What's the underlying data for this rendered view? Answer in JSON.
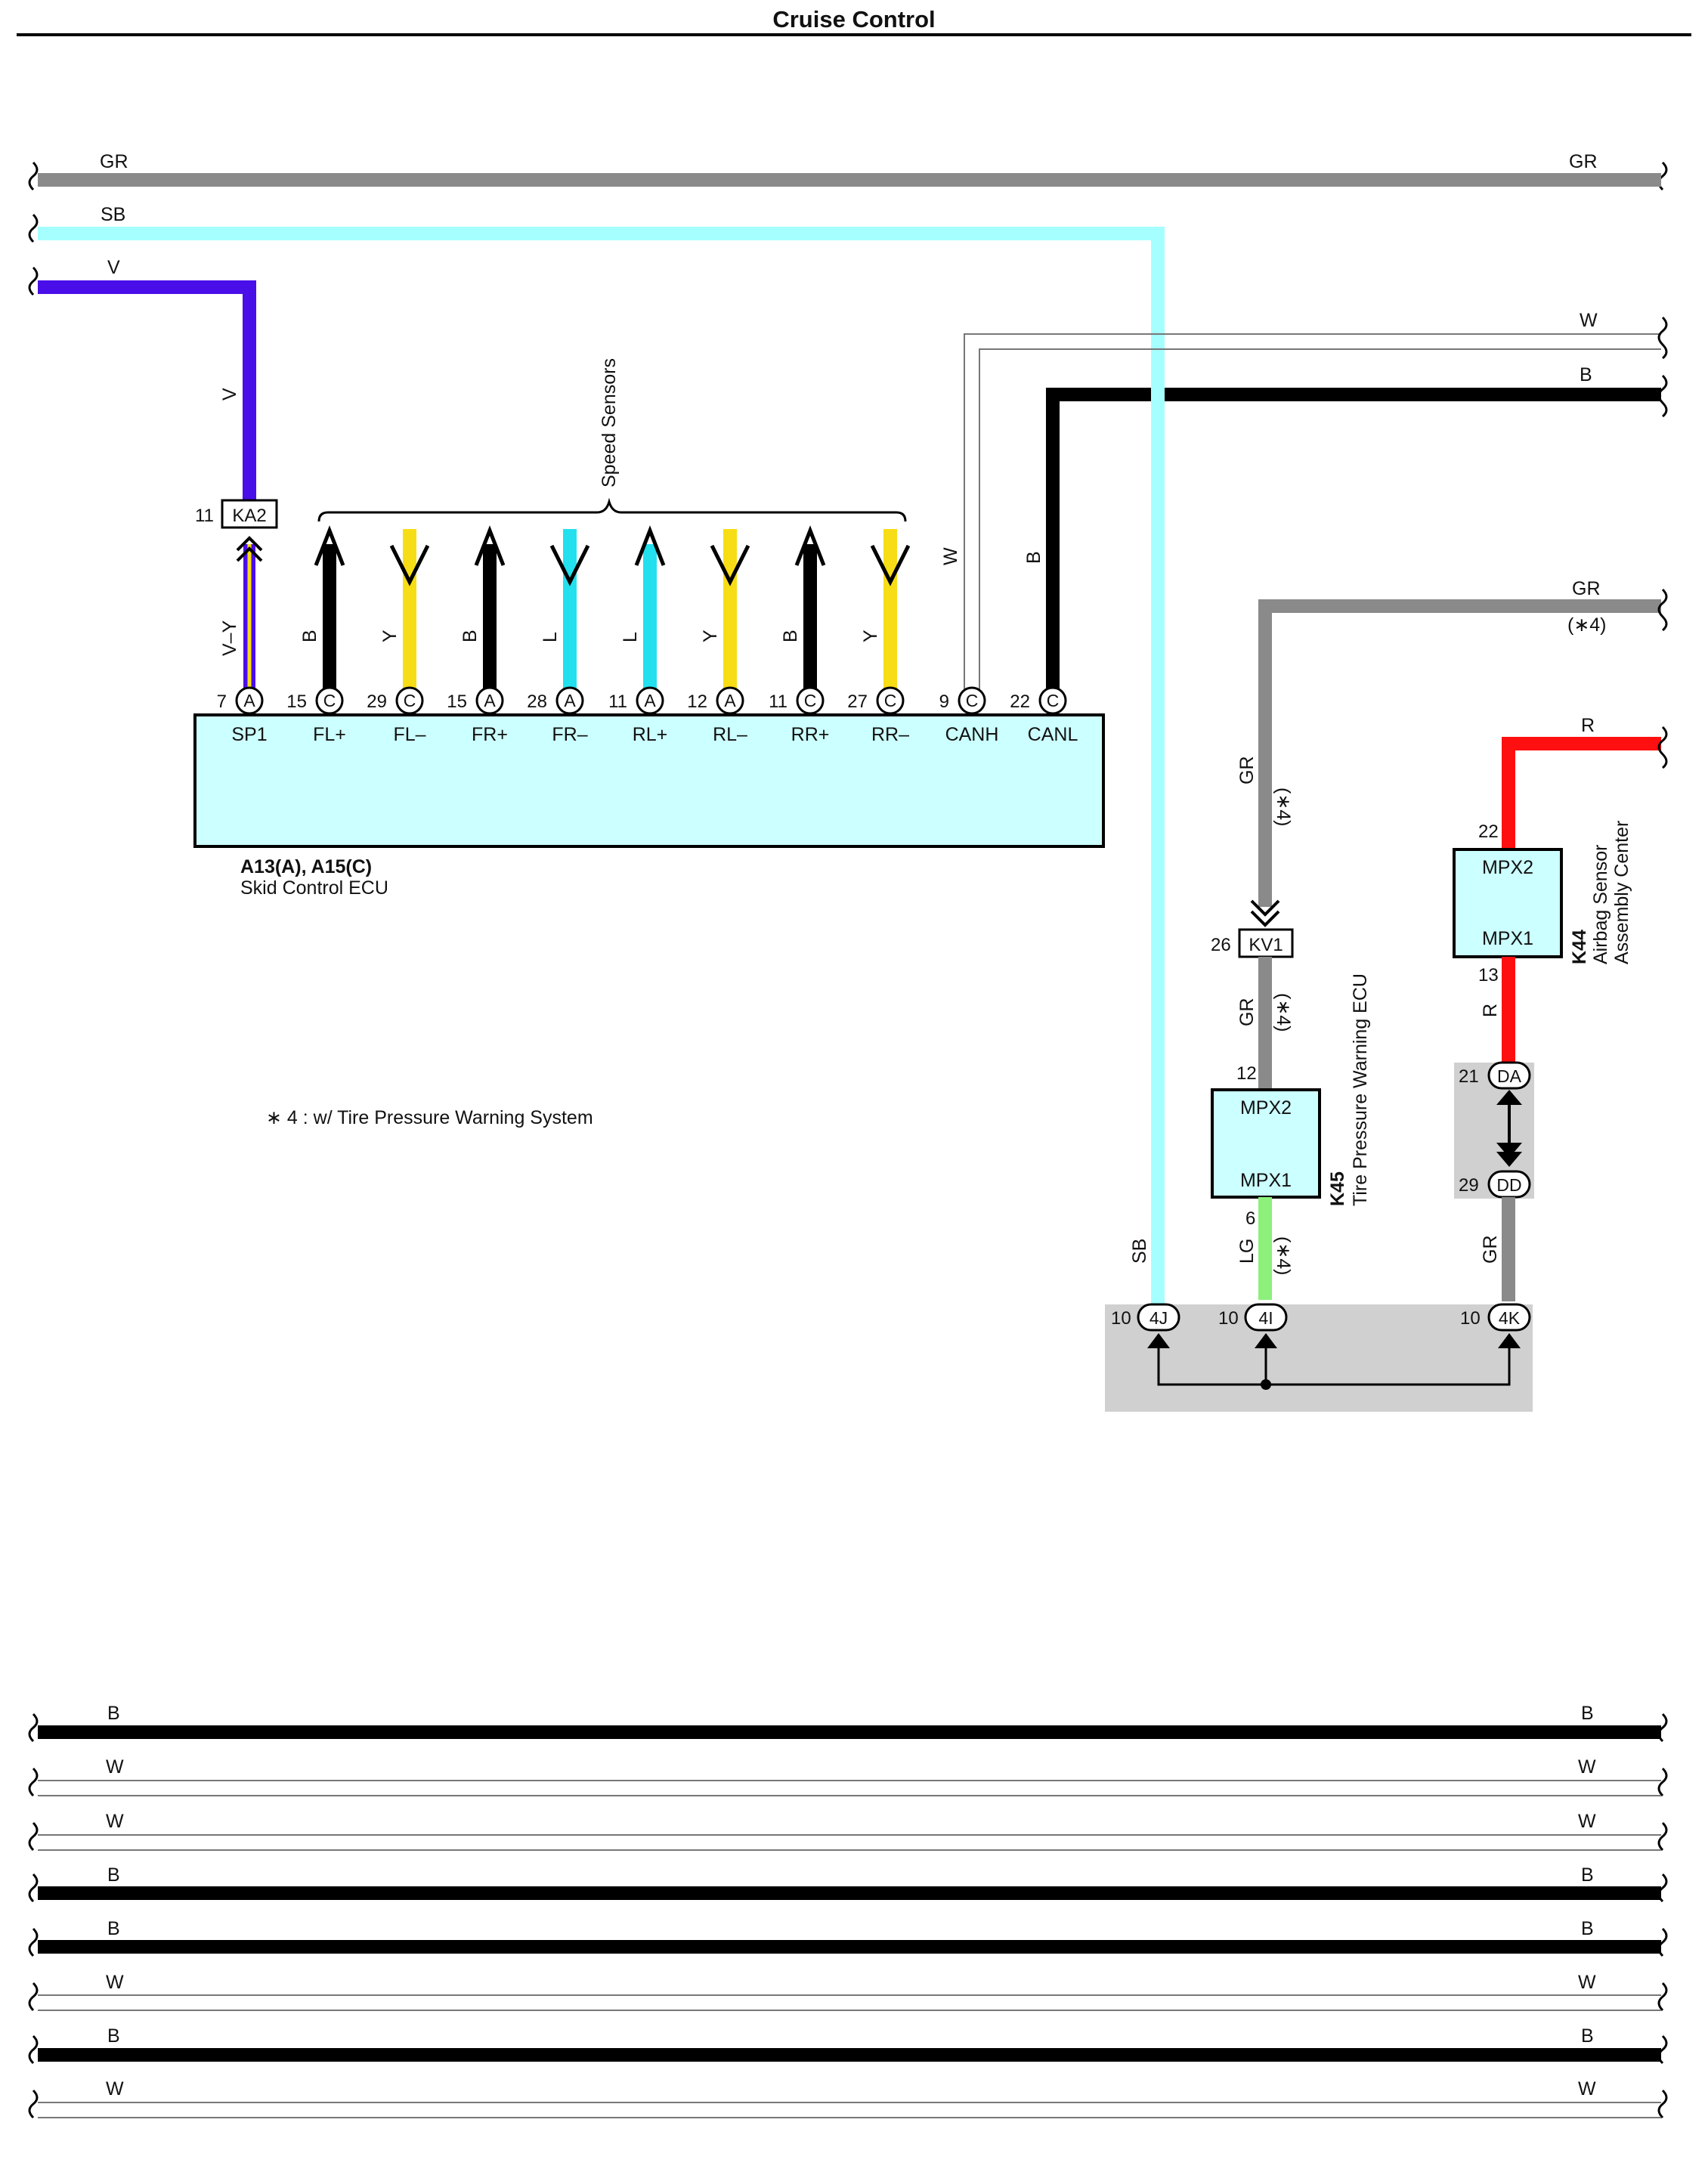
{
  "title": "Cruise Control",
  "footnote": "∗ 4 : w/ Tire Pressure Warning System",
  "colors": {
    "GR": "#8a8a8a",
    "SB": "#a6ffff",
    "V": "#4a0ee8",
    "W": "#ffffff",
    "B": "#000000",
    "Y": "#f7dd16",
    "L": "#23e0ee",
    "R": "#ff1010",
    "LG": "#8cf07a",
    "ecu_fill": "#ccffff",
    "junction_fill": "#d0d0d0"
  },
  "top_wires": [
    {
      "left_label": "GR",
      "right_label": "GR"
    },
    {
      "left_label": "SB",
      "right_label": ""
    },
    {
      "left_label": "V",
      "right_label": ""
    }
  ],
  "right_wires": {
    "W": "W",
    "B": "B",
    "GR": "GR",
    "GR_note": "(∗4)",
    "R": "R"
  },
  "speed_sensors_label": "Speed Sensors",
  "vertical_wire_labels": [
    "V",
    "V–Y",
    "B",
    "Y",
    "B",
    "L",
    "L",
    "Y",
    "B",
    "Y",
    "W",
    "B"
  ],
  "connector_ka2": {
    "name": "KA2",
    "pin": "11"
  },
  "ecu": {
    "name": "A13(A), A15(C)",
    "desc": "Skid Control ECU",
    "terminals": [
      {
        "pin": "7",
        "conn": "A",
        "signal": "SP1"
      },
      {
        "pin": "15",
        "conn": "C",
        "signal": "FL+"
      },
      {
        "pin": "29",
        "conn": "C",
        "signal": "FL–"
      },
      {
        "pin": "15",
        "conn": "A",
        "signal": "FR+"
      },
      {
        "pin": "28",
        "conn": "A",
        "signal": "FR–"
      },
      {
        "pin": "11",
        "conn": "A",
        "signal": "RL+"
      },
      {
        "pin": "12",
        "conn": "A",
        "signal": "RL–"
      },
      {
        "pin": "11",
        "conn": "C",
        "signal": "RR+"
      },
      {
        "pin": "27",
        "conn": "C",
        "signal": "RR–"
      },
      {
        "pin": "9",
        "conn": "C",
        "signal": "CANH"
      },
      {
        "pin": "22",
        "conn": "C",
        "signal": "CANL"
      }
    ]
  },
  "tpw": {
    "id": "K45",
    "name": "Tire Pressure Warning ECU",
    "mpx2": "MPX2",
    "mpx1": "MPX1",
    "pin_top": "12",
    "pin_bottom": "6",
    "wire_top": "GR",
    "wire_bottom": "LG",
    "note": "(∗4)"
  },
  "kv1": {
    "name": "KV1",
    "pin": "26"
  },
  "airbag": {
    "id": "K44",
    "name_line1": "Airbag Sensor",
    "name_line2": "Assembly Center",
    "mpx2": "MPX2",
    "mpx1": "MPX1",
    "pin_top": "22",
    "pin_bottom": "13",
    "wire": "R"
  },
  "da": {
    "name": "DA",
    "pin": "21"
  },
  "dd": {
    "name": "DD",
    "pin": "29",
    "wire": "GR"
  },
  "junctions": [
    {
      "name": "4J",
      "pin": "10",
      "wire": "SB"
    },
    {
      "name": "4I",
      "pin": "10",
      "wire": "LG"
    },
    {
      "name": "4K",
      "pin": "10",
      "wire": "GR"
    }
  ],
  "bottom_wires": [
    {
      "label": "B"
    },
    {
      "label": "W"
    },
    {
      "label": "W"
    },
    {
      "label": "B"
    },
    {
      "label": "B"
    },
    {
      "label": "W"
    },
    {
      "label": "B"
    },
    {
      "label": "W"
    }
  ]
}
